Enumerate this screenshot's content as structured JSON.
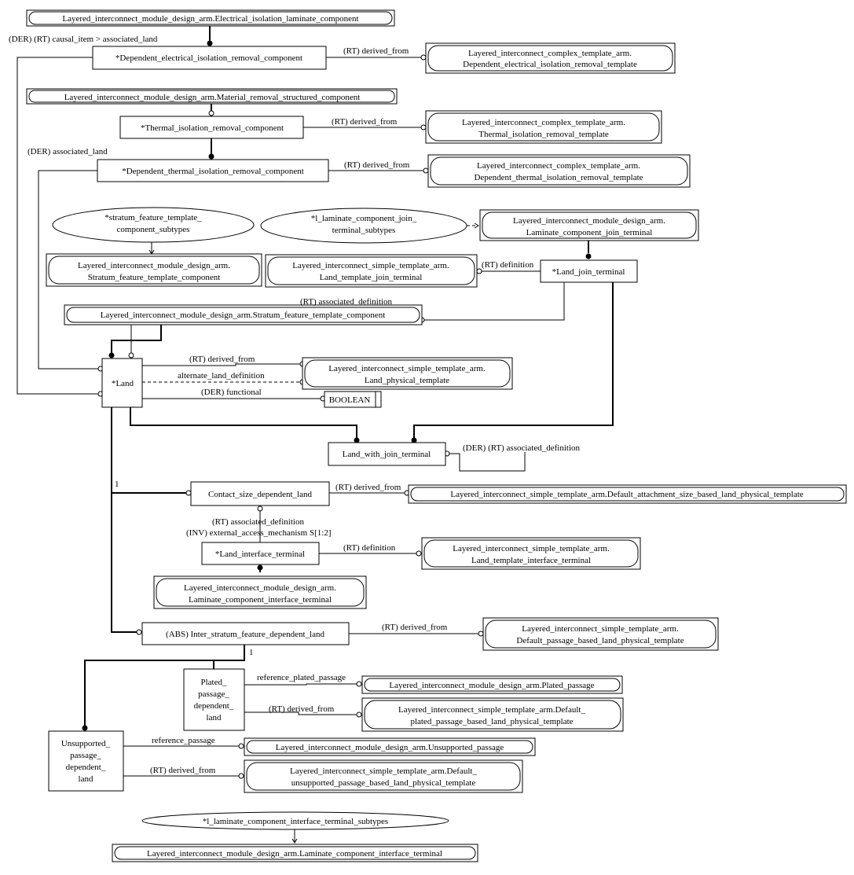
{
  "entities": {
    "electrical_isolation_laminate_component": "Layered_interconnect_module_design_arm.Electrical_isolation_laminate_component",
    "dependent_electrical_isolation_removal_component": "*Dependent_electrical_isolation_removal_component",
    "dependent_electrical_isolation_removal_template": [
      "Layered_interconnect_complex_template_arm.",
      "Dependent_electrical_isolation_removal_template"
    ],
    "material_removal_structured_component": "Layered_interconnect_module_design_arm.Material_removal_structured_component",
    "thermal_isolation_removal_component": "*Thermal_isolation_removal_component",
    "thermal_isolation_removal_template": [
      "Layered_interconnect_complex_template_arm.",
      "Thermal_isolation_removal_template"
    ],
    "dependent_thermal_isolation_removal_component": "*Dependent_thermal_isolation_removal_component",
    "dependent_thermal_isolation_removal_template": [
      "Layered_interconnect_complex_template_arm.",
      "Dependent_thermal_isolation_removal_template"
    ],
    "stratum_feature_template_component_subtypes": [
      "*stratum_feature_template_",
      "component_subtypes"
    ],
    "l_laminate_component_join_terminal_subtypes": [
      "*l_laminate_component_join_",
      "terminal_subtypes"
    ],
    "laminate_component_join_terminal": [
      "Layered_interconnect_module_design_arm.",
      "Laminate_component_join_terminal"
    ],
    "stratum_feature_template_component_2line": [
      "Layered_interconnect_module_design_arm.",
      "Stratum_feature_template_component"
    ],
    "land_template_join_terminal": [
      "Layered_interconnect_simple_template_arm.",
      "Land_template_join_terminal"
    ],
    "land_join_terminal": "*Land_join_terminal",
    "stratum_feature_template_component_1line": "Layered_interconnect_module_design_arm.Stratum_feature_template_component",
    "land": "*Land",
    "land_physical_template": [
      "Layered_interconnect_simple_template_arm.",
      "Land_physical_template"
    ],
    "boolean": "BOOLEAN",
    "land_with_join_terminal": "Land_with_join_terminal",
    "contact_size_dependent_land": "Contact_size_dependent_land",
    "default_attachment_size_based_land_physical_template": "Layered_interconnect_simple_template_arm.Default_attachment_size_based_land_physical_template",
    "land_interface_terminal": "*Land_interface_terminal",
    "land_template_interface_terminal": [
      "Layered_interconnect_simple_template_arm.",
      "Land_template_interface_terminal"
    ],
    "laminate_component_interface_terminal_2line": [
      "Layered_interconnect_module_design_arm.",
      "Laminate_component_interface_terminal"
    ],
    "inter_stratum_feature_dependent_land": "(ABS) Inter_stratum_feature_dependent_land",
    "default_passage_based_land_physical_template": [
      "Layered_interconnect_simple_template_arm.",
      "Default_passage_based_land_physical_template"
    ],
    "plated_passage_dependent_land": [
      "Plated_",
      "passage_",
      "dependent_",
      "land"
    ],
    "plated_passage": "Layered_interconnect_module_design_arm.Plated_passage",
    "default_plated_passage_based_land_physical_template": [
      "Layered_interconnect_simple_template_arm.Default_",
      "plated_passage_based_land_physical_template"
    ],
    "unsupported_passage_dependent_land": [
      "Unsupported_",
      "passage_",
      "dependent_",
      "land"
    ],
    "unsupported_passage": "Layered_interconnect_module_design_arm.Unsupported_passage",
    "default_unsupported_passage_based_land_physical_template": [
      "Layered_interconnect_simple_template_arm.Default_",
      "unsupported_passage_based_land_physical_template"
    ],
    "l_laminate_component_interface_terminal_subtypes": "*l_laminate_component_interface_terminal_subtypes",
    "laminate_component_interface_terminal_1line": "Layered_interconnect_module_design_arm.Laminate_component_interface_terminal"
  },
  "relations": {
    "causal_item": "(DER) (RT) causal_item > associated_land",
    "derived_from_1": "(RT) derived_from",
    "derived_from_2": "(RT) derived_from",
    "associated_land": "(DER) associated_land",
    "derived_from_3": "(RT) derived_from",
    "definition_1": "(RT) definition",
    "associated_definition_1": "(RT) associated_definition",
    "derived_from_4": "(RT) derived_from",
    "alternate_land_definition": "alternate_land_definition",
    "functional": "(DER) functional",
    "associated_definition_2": "(DER) (RT) associated_definition",
    "cardinality_1": "1",
    "derived_from_5": "(RT) derived_from",
    "associated_definition_3": "(RT) associated_definition",
    "external_access_mechanism": "(INV) external_access_mechanism S[1:2]",
    "definition_2": "(RT) definition",
    "derived_from_6": "(RT) derived_from",
    "cardinality_2": "1",
    "reference_plated_passage": "reference_plated_passage",
    "derived_from_7": "(RT) derived_from",
    "reference_passage": "reference_passage",
    "derived_from_8": "(RT) derived_from"
  }
}
